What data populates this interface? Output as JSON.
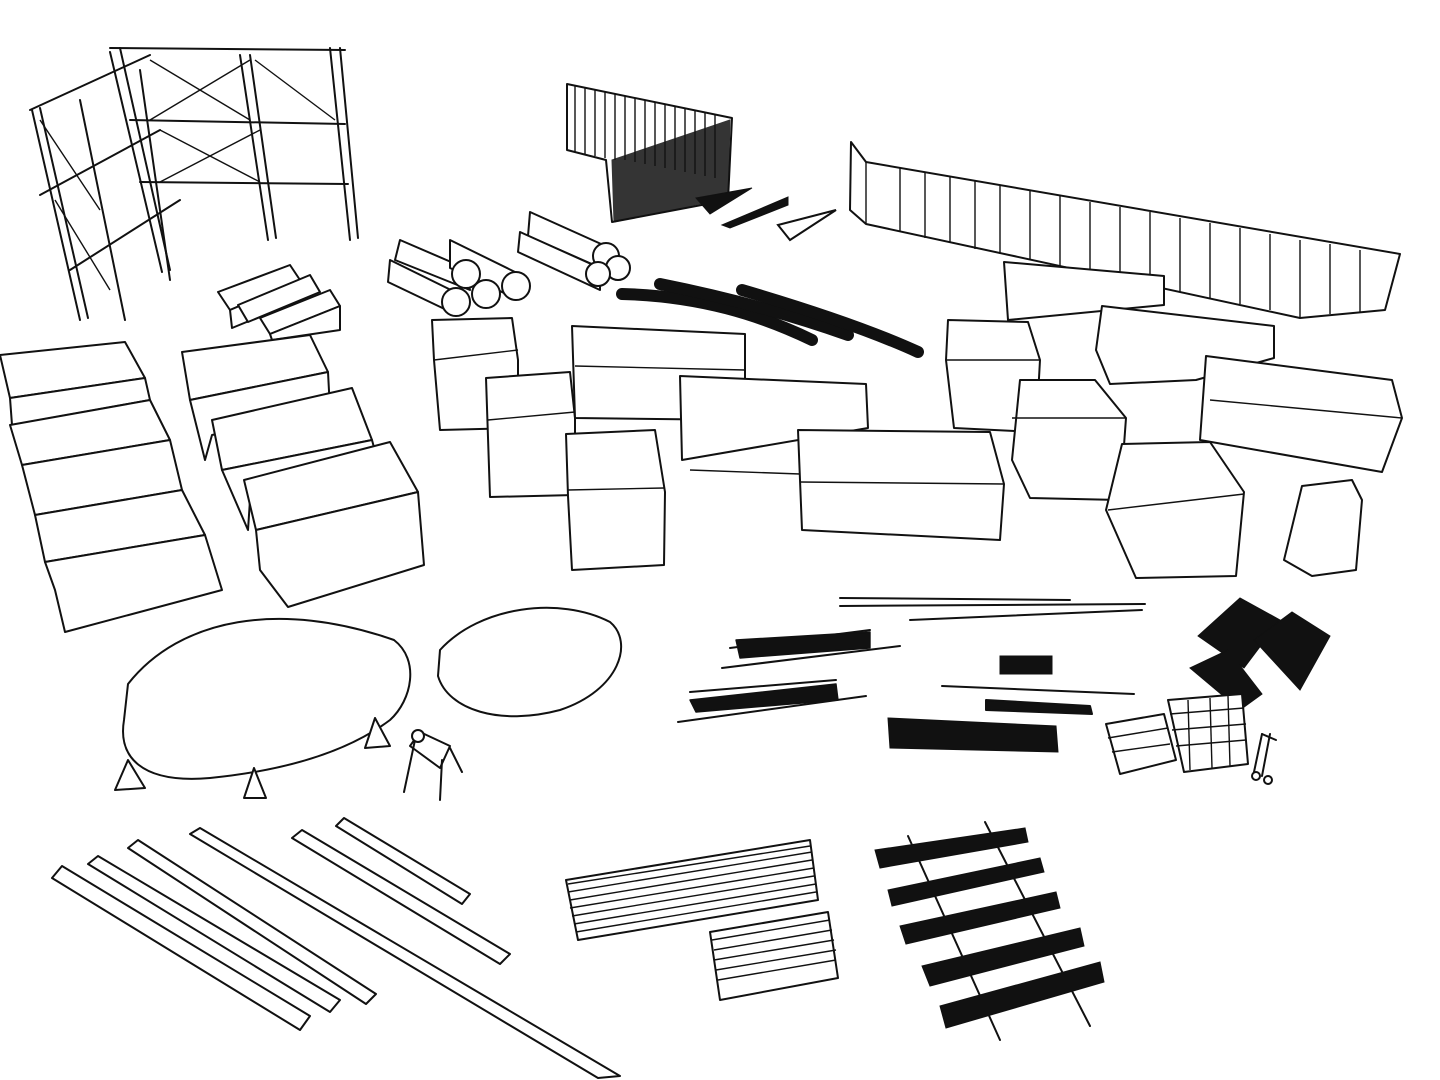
{
  "scene": {
    "background": "#ffffff",
    "line_color": "#111111",
    "objects": [
      {
        "id": "scaffolding",
        "icon": "scaffolding-icon"
      },
      {
        "id": "concrete-barriers",
        "icon": "jersey-barrier-icon"
      },
      {
        "id": "pipe-stack-left",
        "icon": "pipe-icon"
      },
      {
        "id": "pipe-stack-right",
        "icon": "pipe-icon"
      },
      {
        "id": "steel-mesh-panels",
        "icon": "mesh-panel-icon"
      },
      {
        "id": "steel-brackets",
        "icon": "bracket-icon"
      },
      {
        "id": "black-hoses",
        "icon": "hose-icon"
      },
      {
        "id": "fence-panels",
        "icon": "fence-icon"
      },
      {
        "id": "block-stacks",
        "icon": "block-icon"
      },
      {
        "id": "sandbag-boxes",
        "icon": "box-icon"
      },
      {
        "id": "gravel-piles",
        "icon": "pile-icon"
      },
      {
        "id": "traffic-cones",
        "icon": "cone-icon"
      },
      {
        "id": "warning-sign",
        "icon": "sign-icon"
      },
      {
        "id": "rebar-bundles",
        "icon": "rebar-icon"
      },
      {
        "id": "floor-mats",
        "icon": "mat-icon"
      },
      {
        "id": "brick-pallets",
        "icon": "pallet-icon"
      },
      {
        "id": "hand-truck",
        "icon": "hand-truck-icon"
      },
      {
        "id": "i-beams",
        "icon": "beam-icon"
      },
      {
        "id": "lumber-stacks",
        "icon": "lumber-icon"
      },
      {
        "id": "rail-track",
        "icon": "rail-track-icon"
      }
    ]
  }
}
